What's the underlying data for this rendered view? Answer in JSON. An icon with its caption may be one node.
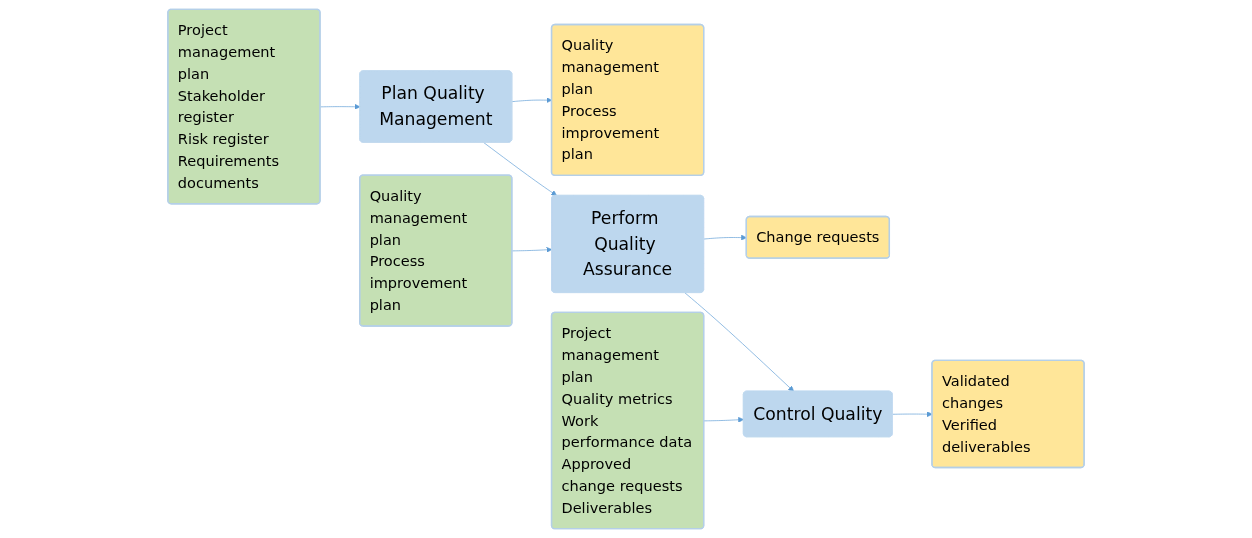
{
  "diagram": {
    "nodes": [
      {
        "text": [
          "Project management plan",
          "Stakeholder register",
          "Risk register",
          "Requirements documents"
        ]
      },
      {
        "text": [
          "Plan Quality Management"
        ]
      },
      {
        "text": [
          "Quality management plan",
          "Process improvement plan"
        ]
      },
      {
        "text": [
          "Quality management plan",
          "Process improvement plan"
        ]
      },
      {
        "text": [
          "Perform Quality Assurance"
        ]
      },
      {
        "text": [
          "Change requests"
        ]
      },
      {
        "text": [
          "Project management plan",
          "Quality metrics",
          "Work performance data",
          "Approved change requests",
          "Deliverables"
        ]
      },
      {
        "text": [
          "Control Quality"
        ]
      },
      {
        "text": [
          "Validated changes",
          "Verified deliverables"
        ]
      }
    ],
    "edges": [
      {
        "from": 0,
        "to": 1,
        "arrow": "to"
      },
      {
        "from": 1,
        "to": 2,
        "arrow": "to"
      },
      {
        "from": 1,
        "to": 4,
        "arrow": "to"
      },
      {
        "from": 3,
        "to": 4,
        "arrow": "to"
      },
      {
        "from": 4,
        "to": 5,
        "arrow": "to"
      },
      {
        "from": 4,
        "to": 7,
        "arrow": "to"
      },
      {
        "from": 6,
        "to": 7,
        "arrow": "to"
      },
      {
        "from": 7,
        "to": 8,
        "arrow": "to"
      }
    ]
  }
}
